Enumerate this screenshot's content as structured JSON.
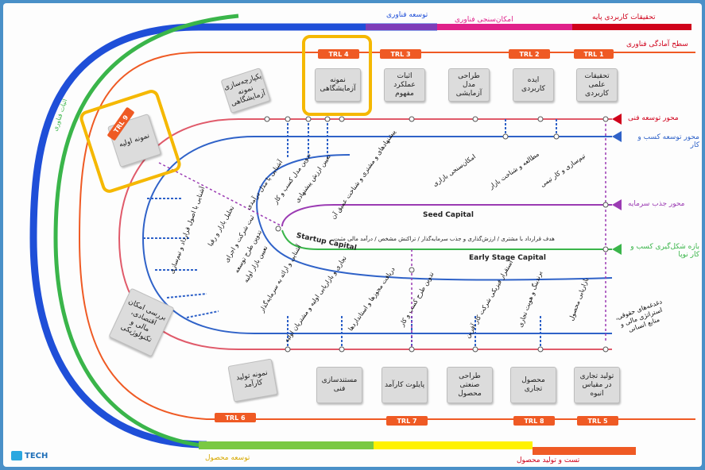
{
  "top_bar": {
    "tech_dev": "توسعه فناوری",
    "tech_measure": "امکان‌سنجی فناوری",
    "applied_research": "تحقیقات کاربردی پایه",
    "tech_readiness": "سطح آمادگی فناوری"
  },
  "left_arc_label": "اثبات فناوری",
  "trl_labels": {
    "trl1": "TRL 1",
    "trl2": "TRL 2",
    "trl3": "TRL 3",
    "trl4": "TRL 4",
    "trl5": "TRL 5",
    "trl6": "TRL 6",
    "trl7": "TRL 7",
    "trl8": "TRL 8",
    "trl9": "TRL 9"
  },
  "top_boxes": {
    "b1": "تحقیقات علمی کاربردی",
    "b2": "ایده کاربردی",
    "b3": "طراحی مدل آزمایشی",
    "b4": "اثبات عملکرد مفهوم",
    "b5": "نمونه آزمایشگاهی",
    "b6": "یکپارچه‌سازی نمونه آزمایشگاهی"
  },
  "proto_box": "نمونه اولیه",
  "left_side_box": "بررسی امکان اقتصادی، مالی و تکنولوژیکی",
  "pilot_box": "نمونه تولید کارآمد",
  "bottom_boxes": {
    "b1": "تولید تجاری در مقیاس انبوه",
    "b2": "محصول تجاری",
    "b3": "طراحی صنعتی محصول",
    "b4": "پایلوت کارآمد",
    "b5": "مستندسازی فنی"
  },
  "right_axes": {
    "tech_axis": "محور توسعه فنی",
    "biz_axis": "محور توسعه کسب و کار",
    "capital_axis": "محور جذب سرمایه",
    "market_axis": "بازه شکل‌گیری کسب و کار نوپا"
  },
  "capital": {
    "seed": "Seed Capital",
    "startup": "Startup Capital",
    "early": "Early Stage Capital",
    "goal": "هدف قرارداد با مشتری / ارزش‌گذاری و جذب سرمایه‌گذار / تراکنش مشخص / درآمد مالی مثبت"
  },
  "inner_top": {
    "t1": "تیم‌سازی و کار تیمی",
    "t2": "مطالعه و شناخت بازار",
    "t3": "امکان‌سنجی بازاری",
    "t4": "پیشنهادهای و مشتری و شناخت عمیق آن",
    "t5": "تعیین ارزش پیشنهادی",
    "t6": "تدوین مدل کسب و کار",
    "t7": "آشنایی با مدل درآمدی"
  },
  "inner_bottom": {
    "b1": "بازاریابی محصول",
    "b2": "برندینگ و هویت تجاری",
    "b3": "استقرار فیزیکی شرکت کار آفرین",
    "b4": "تدوین طرح کسب و کار",
    "b5": "دریافت مجوزها و استانداردها",
    "b6": "تجاری و بازاریابی اولیه و مشتریان اولیه"
  },
  "inner_left": {
    "l1": "آشنایی با اصول قرارداد و تیم‌سازی",
    "l2": "تحلیل بازار و رقبا",
    "l3": "ثبت شرکت و اجرای",
    "l4": "تدوین طرح توسعه",
    "l5": "تعیین بازار اولیه",
    "l6": "آشنایی و ارائه به سرمایه‌گذار"
  },
  "right_block": "دغدغه‌های حقوقی، استراتژی مالی و منابع انسانی",
  "bottom_bar": {
    "product_dev": "توسعه محصول",
    "test_production": "تست و تولید محصول"
  },
  "logo": "TECH"
}
